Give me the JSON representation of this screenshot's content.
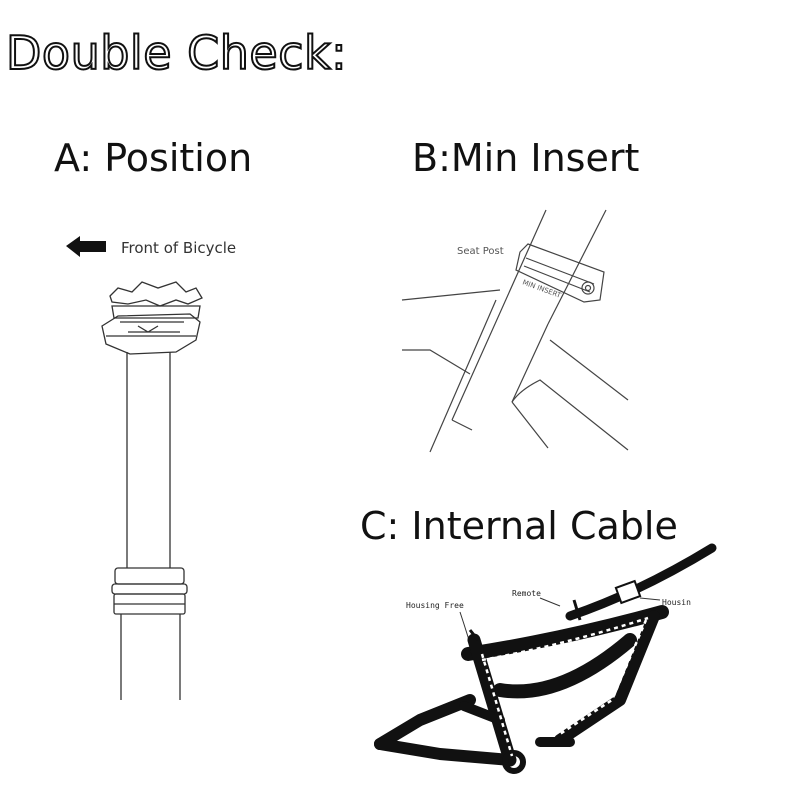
{
  "title": "Double Check:",
  "panels": {
    "a": {
      "heading": "A: Position",
      "arrow_label": "Front of Bicycle"
    },
    "b": {
      "heading": "B:Min Insert",
      "seat_post_label": "Seat Post",
      "min_insert_label": "MIN INSERT"
    },
    "c": {
      "heading": "C: Internal Cable",
      "housing_free_label": "Housing Free",
      "remote_label": "Remote",
      "housing_label": "Housin"
    }
  },
  "colors": {
    "line": "#333333",
    "frame": "#111111"
  }
}
